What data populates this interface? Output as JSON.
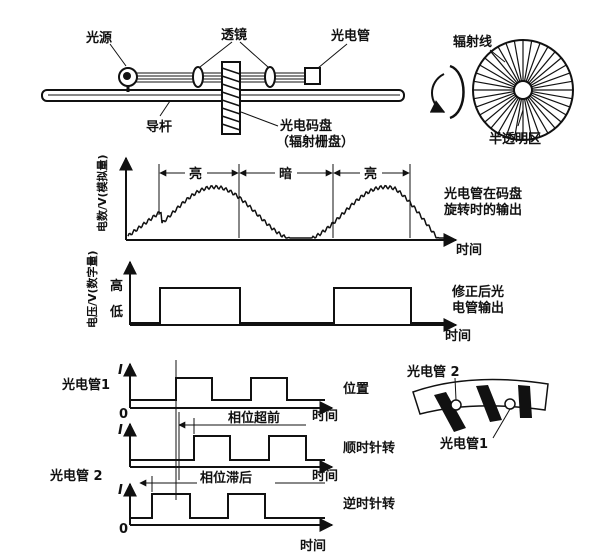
{
  "top": {
    "light_source": "光源",
    "lens": "透镜",
    "photocell": "光电管",
    "guide_rod": "导杆",
    "code_disk_line1": "光电码盘",
    "code_disk_line2": "（辐射栅盘）",
    "radial_lines": "辐射线",
    "semi_transparent": "半透明区"
  },
  "analog": {
    "bright1": "亮",
    "dark": "暗",
    "bright2": "亮",
    "ylabel": "电数/V(模拟量)",
    "xlabel": "时间",
    "caption_line1": "光电管在码盘",
    "caption_line2": "旋转时的输出"
  },
  "digital": {
    "ylabel": "电压/V(数字量)",
    "high": "高",
    "low": "低",
    "xlabel": "时间",
    "caption_line1": "修正后光",
    "caption_line2": "电管输出"
  },
  "phase": {
    "pc1": "光电管1",
    "pc2": "光电管 2",
    "i_label": "I",
    "zero": "0",
    "position": "位置",
    "lead": "相位超前",
    "cw": "顺时针转",
    "lag": "相位滞后",
    "ccw": "逆时针转",
    "time": "时间",
    "detail_pc2": "光电管 2",
    "detail_pc1": "光电管1"
  }
}
